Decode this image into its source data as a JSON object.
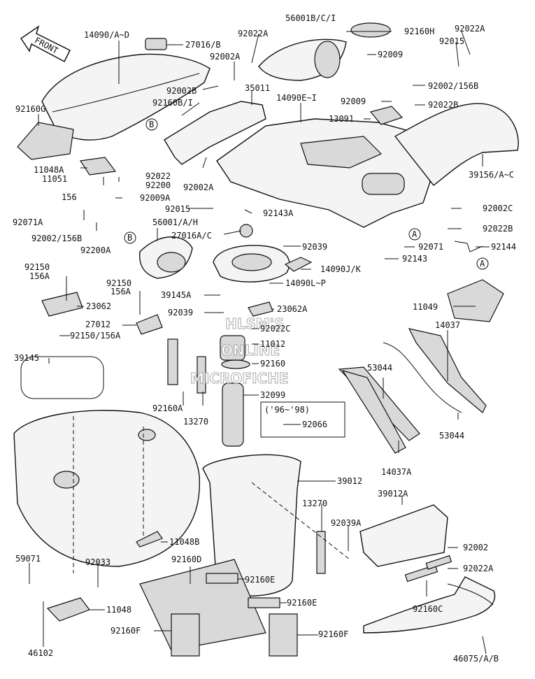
{
  "front_arrow": {
    "label": "FRONT"
  },
  "watermark": {
    "line1": "HLSM'S",
    "line2": "ONLINE",
    "line3": "MICROFICHE"
  },
  "callout_markers": {
    "a": "A",
    "b": "B"
  },
  "labels": {
    "p14090_a_d": "14090/A~D",
    "p27016_b": "27016/B",
    "p92022a_top": "92022A",
    "p56001_bci": "56001B/C/I",
    "p92160h": "92160H",
    "p92022a_tr": "92022A",
    "p92015_tr": "92015",
    "p92002a_top": "92002A",
    "p92009_top": "92009",
    "p92002b": "92002B",
    "p35011": "35011",
    "p92002_156b_tr": "92002/156B",
    "p92160b_i": "92160B/I",
    "p14090e_i": "14090E~I",
    "p92009_mid": "92009",
    "p92022b_tr": "92022B",
    "p92160g": "92160G",
    "p13091": "13091",
    "p11048a": "11048A",
    "p11051": "11051",
    "p92022": "92022",
    "p92200": "92200",
    "p92002a_mid": "92002A",
    "p39156": "39156/A~C",
    "p156": "156",
    "p92009a": "92009A",
    "p92071a": "92071A",
    "p92015_mid": "92015",
    "p92143a": "92143A",
    "p92002c": "92002C",
    "p92002_156b_l": "92002/156B",
    "p56001_ah": "56001/A/H",
    "p92022b_r": "92022B",
    "p92200a": "92200A",
    "p27016_ac": "27016A/C",
    "p92071": "92071",
    "p92144": "92144",
    "p92039_top": "92039",
    "p92143": "92143",
    "p92150_l": "92150",
    "p156a_l": "156A",
    "p14090_jk": "14090J/K",
    "p39145a": "39145A",
    "p14090_lp": "14090L~P",
    "p92150_m": "92150",
    "p156a_m": "156A",
    "p23062": "23062",
    "p23062a": "23062A",
    "p11049": "11049",
    "p14037": "14037",
    "p27012": "27012",
    "p92039_m": "92039",
    "p92022c": "92022C",
    "p92150_156a": "92150/156A",
    "p11012": "11012",
    "p39145": "39145",
    "p92160_m": "92160",
    "p53044_a": "53044",
    "p32099": "32099",
    "p96_98": "('96~'98)",
    "p92160a": "92160A",
    "p13270_l": "13270",
    "p92066": "92066",
    "p53044_b": "53044",
    "p14037a": "14037A",
    "p39012": "39012",
    "p39012a": "39012A",
    "p13270_r": "13270",
    "p92039a": "92039A",
    "p11048b": "11048B",
    "p92002_br": "92002",
    "p59071": "59071",
    "p92033": "92033",
    "p92160d": "92160D",
    "p92022a_br": "92022A",
    "p92160e_1": "92160E",
    "p11048": "11048",
    "p92160c": "92160C",
    "p92160e_2": "92160E",
    "p92160f_l": "92160F",
    "p92160f_r": "92160F",
    "p46102": "46102",
    "p46075": "46075/A/B"
  }
}
